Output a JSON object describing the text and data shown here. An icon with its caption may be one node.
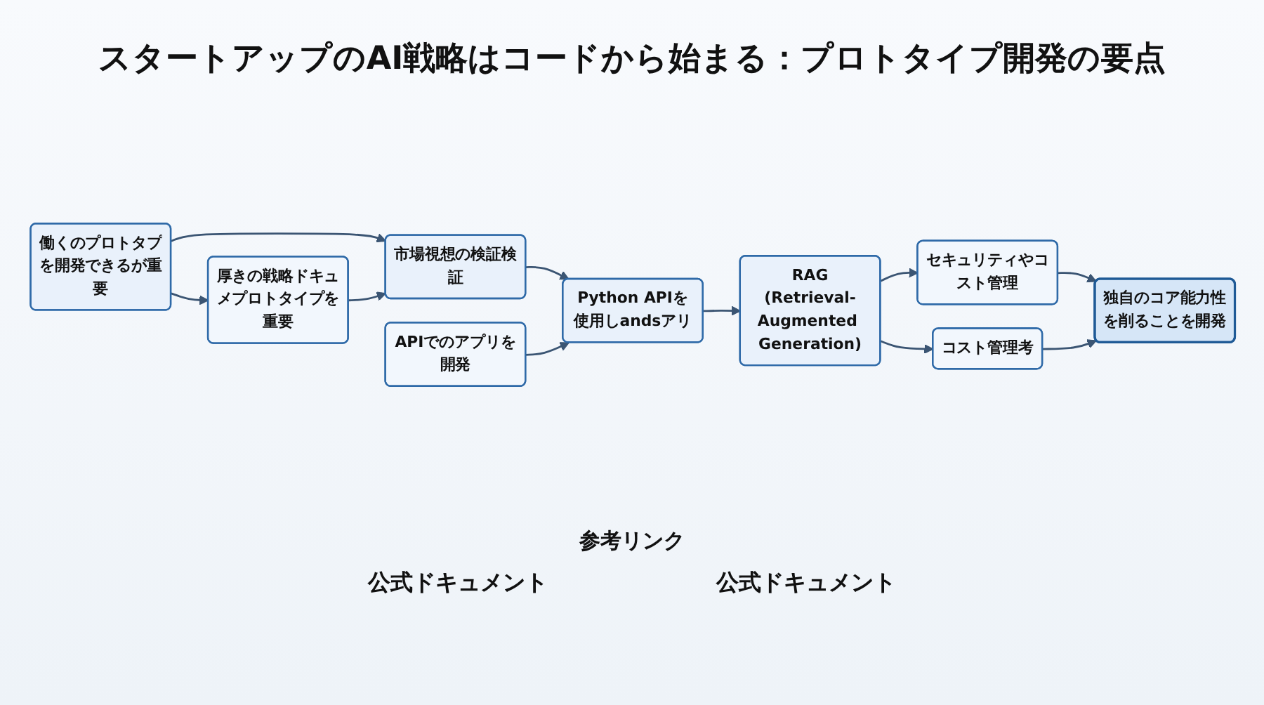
{
  "diagram": {
    "title": "スタートアップのAI戦略はコードから始まる：プロトタイプ開発の要点",
    "nodes": [
      {
        "text": [
          "働くのプロトタプを開発できるが重要"
        ]
      },
      {
        "text": [
          "厚きの戦略ドキュメプロトタイプを重要"
        ]
      },
      {
        "text": [
          "市場視想の検証検証"
        ]
      },
      {
        "text": [
          "APIでのアプリを開発"
        ]
      },
      {
        "text": [
          "Python APIを使用しandsアリ"
        ]
      },
      {
        "text": [
          "RAG",
          "(Retrieval-Augmented Generation)"
        ]
      },
      {
        "text": [
          "セキュリティやコスト管理"
        ]
      },
      {
        "text": [
          "コスト管理考"
        ]
      },
      {
        "text": [
          "独自のコア能力性を削ることを開発"
        ]
      }
    ],
    "edges": [
      {
        "from": 0,
        "to": 1,
        "arrow": "to"
      },
      {
        "from": 0,
        "to": 2,
        "arrow": "to"
      },
      {
        "from": 1,
        "to": 2,
        "arrow": "to"
      },
      {
        "from": 2,
        "to": 4,
        "arrow": "to"
      },
      {
        "from": 3,
        "to": 4,
        "arrow": "to"
      },
      {
        "from": 4,
        "to": 5,
        "arrow": "to"
      },
      {
        "from": 5,
        "to": 6,
        "arrow": "to"
      },
      {
        "from": 5,
        "to": 7,
        "arrow": "to"
      },
      {
        "from": 6,
        "to": 8,
        "arrow": "to"
      },
      {
        "from": 7,
        "to": 8,
        "arrow": "to"
      }
    ],
    "labels": [
      "参考リンク",
      "公式ドキュメント",
      "公式ドキュメント"
    ]
  }
}
